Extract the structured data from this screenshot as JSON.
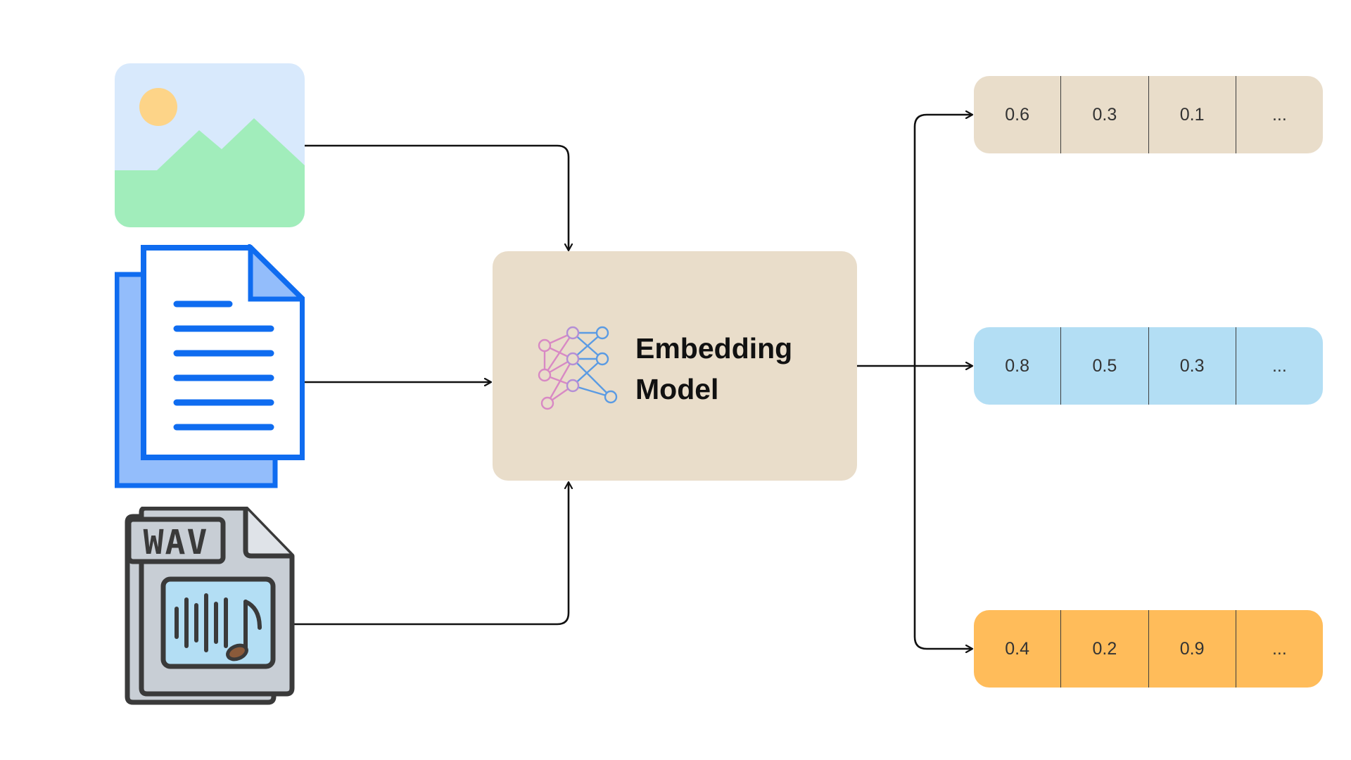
{
  "model": {
    "title_line1": "Embedding",
    "title_line2": "Model",
    "color": "#e9ddca"
  },
  "inputs": [
    {
      "kind": "image",
      "icon": "image-icon"
    },
    {
      "kind": "document",
      "icon": "document-icon"
    },
    {
      "kind": "audio",
      "icon": "wav-file-icon",
      "badge": "WAV"
    }
  ],
  "vectors": [
    {
      "color": "#e9ddca",
      "values": [
        "0.6",
        "0.3",
        "0.1",
        "..."
      ]
    },
    {
      "color": "#b3def4",
      "values": [
        "0.8",
        "0.5",
        "0.3",
        "..."
      ]
    },
    {
      "color": "#ffbc5a",
      "values": [
        "0.4",
        "0.2",
        "0.9",
        "..."
      ]
    }
  ],
  "colors": {
    "arrow": "#111111",
    "doc_blue": "#0f6cf0",
    "doc_back": "#93bdfb",
    "sky": "#d8e9fc",
    "grass": "#a1edbb",
    "sun": "#fdd488",
    "audio_gray": "#c8ced5",
    "audio_screen": "#b3def4",
    "audio_outline": "#3a3a3a",
    "net_pink": "#d889c4",
    "net_blue": "#5b9be3"
  }
}
